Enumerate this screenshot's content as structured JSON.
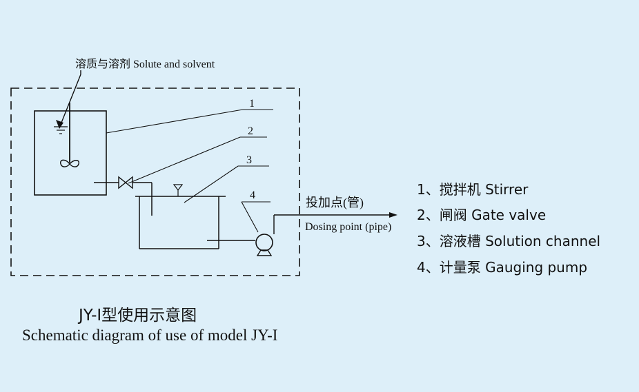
{
  "labels": {
    "solute_solvent": "溶质与溶剂 Solute and solvent",
    "num_1": "1",
    "num_2": "2",
    "num_3": "3",
    "num_4": "4",
    "dosing_cn": "投加点(管)",
    "dosing_en": "Dosing point (pipe)"
  },
  "legend": [
    {
      "label": "1、搅拌机 Stirrer"
    },
    {
      "label": "2、闸阀 Gate valve"
    },
    {
      "label": "3、溶液槽 Solution channel"
    },
    {
      "label": "4、计量泵 Gauging pump"
    }
  ],
  "caption": {
    "cn": "JY-Ⅰ型使用示意图",
    "en": "Schematic diagram of use of model JY-I"
  }
}
